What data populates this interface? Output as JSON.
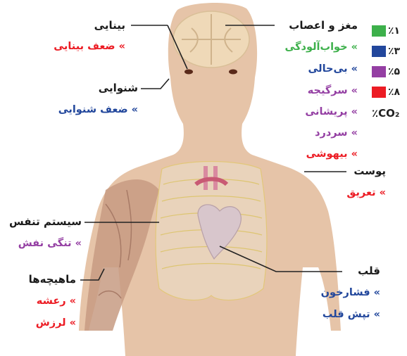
{
  "organs": {
    "eyes": {
      "label": "بینایی",
      "symptoms": [
        "» ضعف بینایی"
      ]
    },
    "ears": {
      "label": "شنوایی",
      "symptoms": [
        "» ضعف شنوایی"
      ]
    },
    "brain": {
      "label": "مغز و اعصاب",
      "symptoms": [
        "» خواب‌آلودگی",
        "» بی‌حالی",
        "» سرگیجه",
        "» پریشانی",
        "» سردرد",
        "» بیهوشی"
      ]
    },
    "skin": {
      "label": "پوست",
      "symptoms": [
        "» تعریق"
      ]
    },
    "respiratory": {
      "label": "سیستم تنفس",
      "symptoms": [
        "» تنگی نفش"
      ]
    },
    "muscles": {
      "label": "ماهیچه‌ها",
      "symptoms": [
        "» رعشه",
        "» لرزش"
      ]
    },
    "heart": {
      "label": "قلب",
      "symptoms": [
        "» فشارخون",
        "» تپش قلب"
      ]
    }
  },
  "legend": {
    "items": [
      {
        "value": "٪۱",
        "color": "#3db04b"
      },
      {
        "value": "٪۳",
        "color": "#22479c"
      },
      {
        "value": "٪۵",
        "color": "#943fa3"
      },
      {
        "value": "٪۸",
        "color": "#ec1c24"
      }
    ],
    "gas": "٪CO₂"
  },
  "colors": {
    "body": "#e6c4a8",
    "green": "#3db04b",
    "blue": "#22479c",
    "purple": "#943fa3",
    "red": "#ec1c24"
  }
}
